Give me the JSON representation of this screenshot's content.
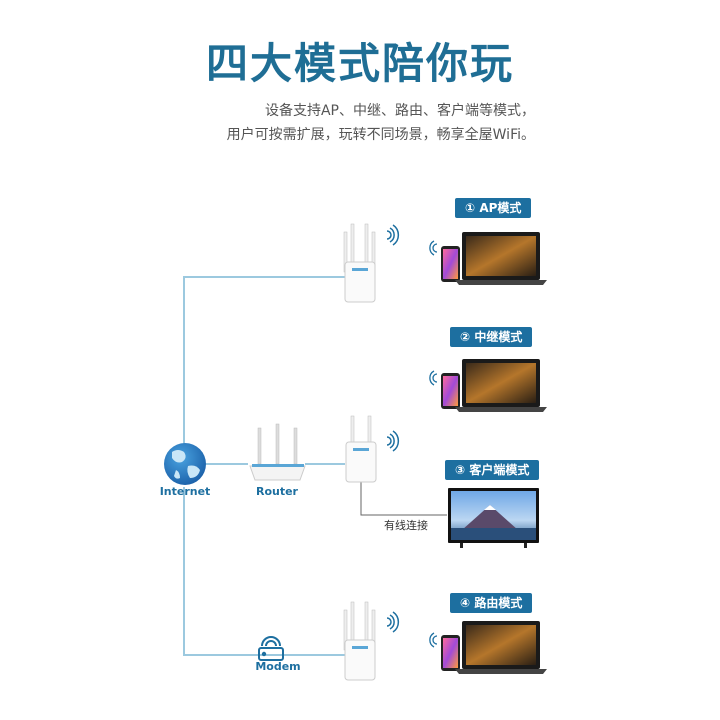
{
  "header": {
    "title": "四大模式陪你玩",
    "subtitle_line1": "设备支持AP、中继、路由、客户端等模式，",
    "subtitle_line2": "用户可按需扩展，玩转不同场景，畅享全屋WiFi。"
  },
  "modes": [
    {
      "label": "① AP模式"
    },
    {
      "label": "② 中继模式"
    },
    {
      "label": "③ 客户端模式"
    },
    {
      "label": "④ 路由模式"
    }
  ],
  "nodes": {
    "internet": "Internet",
    "router": "Router",
    "modem": "Modem"
  },
  "wired_connection": "有线连接",
  "colors": {
    "primary": "#1d6fa0",
    "line": "#9cc9df",
    "title": "#1f6e95"
  },
  "icons": [
    "globe-icon",
    "router-icon",
    "modem-icon",
    "wifi-signal-icon",
    "phone-icon",
    "laptop-icon",
    "tv-icon",
    "extender-icon"
  ]
}
